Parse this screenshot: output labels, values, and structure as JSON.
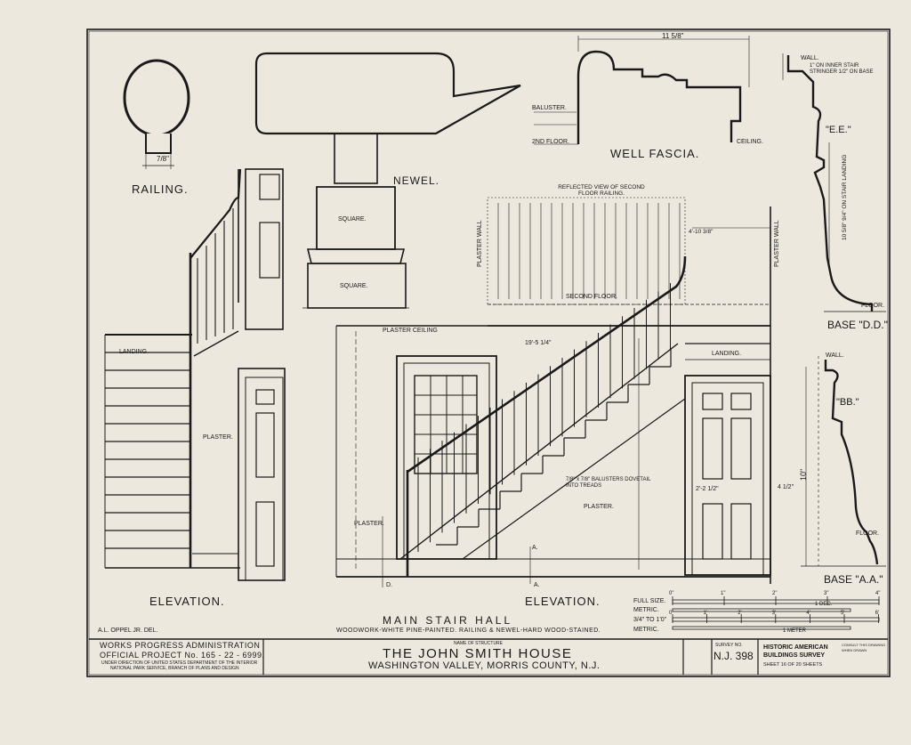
{
  "drawing": {
    "railing_label": "RAILING.",
    "railing_dim": "7/8\"",
    "newel_label": "NEWEL.",
    "square_upper": "SQUARE.",
    "square_lower": "SQUARE.",
    "well_fascia_label": "WELL FASCIA.",
    "fascia_dim": "11 5/8\"",
    "baluster_label": "BALUSTER.",
    "second_floor_label": "2ND FLOOR.",
    "ceiling_label": "CEILING.",
    "reflected_view_note": "REFLECTED VIEW OF SECOND FLOOR RAILING.",
    "plaster_wall_left": "PLASTER WALL",
    "plaster_wall_right": "PLASTER WALL",
    "second_floor_note": "SECOND FLOOR.",
    "plaster_ceiling": "PLASTER CEILING",
    "landing_left": "LANDING.",
    "landing_right": "LANDING.",
    "plaster_left": "PLASTER.",
    "plaster_center": "PLASTER.",
    "plaster_bottom": "PLASTER.",
    "baluster_note": "7/8\" x 7/8\" BALUSTERS DOVETAIL INTO TREADS",
    "elevation_left": "ELEVATION.",
    "elevation_right": "ELEVATION.",
    "base_ee": "\"E.E.\"",
    "base_bb": "\"BB.\"",
    "base_dd": "BASE \"D.D.\"",
    "base_aa": "BASE \"A.A.\"",
    "wall_label": "WALL.",
    "stringer_note": "1\" ON INNER STAIR STRINGER 1/2\" ON BASE",
    "base_dd_dim": "10 5/8\" 9/4\" ON STAIR LANDING",
    "floor_label": "FLOOR.",
    "floor_label_2": "FLOOR.",
    "dim_10": "10\"",
    "dim_bb_43": "4 1/2\"",
    "section_a": "A.",
    "section_d": "D.",
    "dim_width": "19'-5 1/4\"",
    "dim_door": "2'-2 1/2\"",
    "dim_4_10": "4'-10 3/8\""
  },
  "titles": {
    "main_title": "MAIN STAIR HALL",
    "subtitle": "WOODWORK-WHITE PINE-PAINTED. RAILING & NEWEL-HARD WOOD-STAINED.",
    "delineator": "A.L. OPPEL JR. DEL."
  },
  "scales": {
    "full_size": "FULL SIZE.",
    "metric_1": "METRIC.",
    "three_quarter": "3/4\" TO 1'0\"",
    "metric_2": "METRIC.",
    "ticks_top": [
      "0\"",
      "1\"",
      "2\"",
      "3\"",
      "4\""
    ],
    "ticks_mid": [
      "0'",
      "1'",
      "2'",
      "3'",
      "4'",
      "5'",
      "6'"
    ],
    "decimeter": "1 DEC.",
    "meter": "1 METER"
  },
  "title_block": {
    "wpa": "WORKS PROGRESS ADMINISTRATION",
    "project": "OFFICIAL PROJECT No. 165 - 22 - 6999.",
    "direction": "UNDER DIRECTION OF UNITED STATES DEPARTMENT OF THE INTERIOR",
    "park_service": "NATIONAL PARK SERVICE, BRANCH OF PLANS AND DESIGN",
    "name_caption": "NAME OF STRUCTURE",
    "structure_name": "THE JOHN SMITH HOUSE",
    "location": "WASHINGTON VALLEY, MORRIS COUNTY, N.J.",
    "survey_caption": "SURVEY NO.",
    "survey_no": "N.J. 398",
    "habs_1": "HISTORIC AMERICAN",
    "habs_2": "BUILDINGS SURVEY",
    "sheet": "SHEET 16 OF 20 SHEETS",
    "mini_note_1": "CONSULT THIS DRAWING",
    "mini_note_2": "WHEN DRAWN"
  }
}
